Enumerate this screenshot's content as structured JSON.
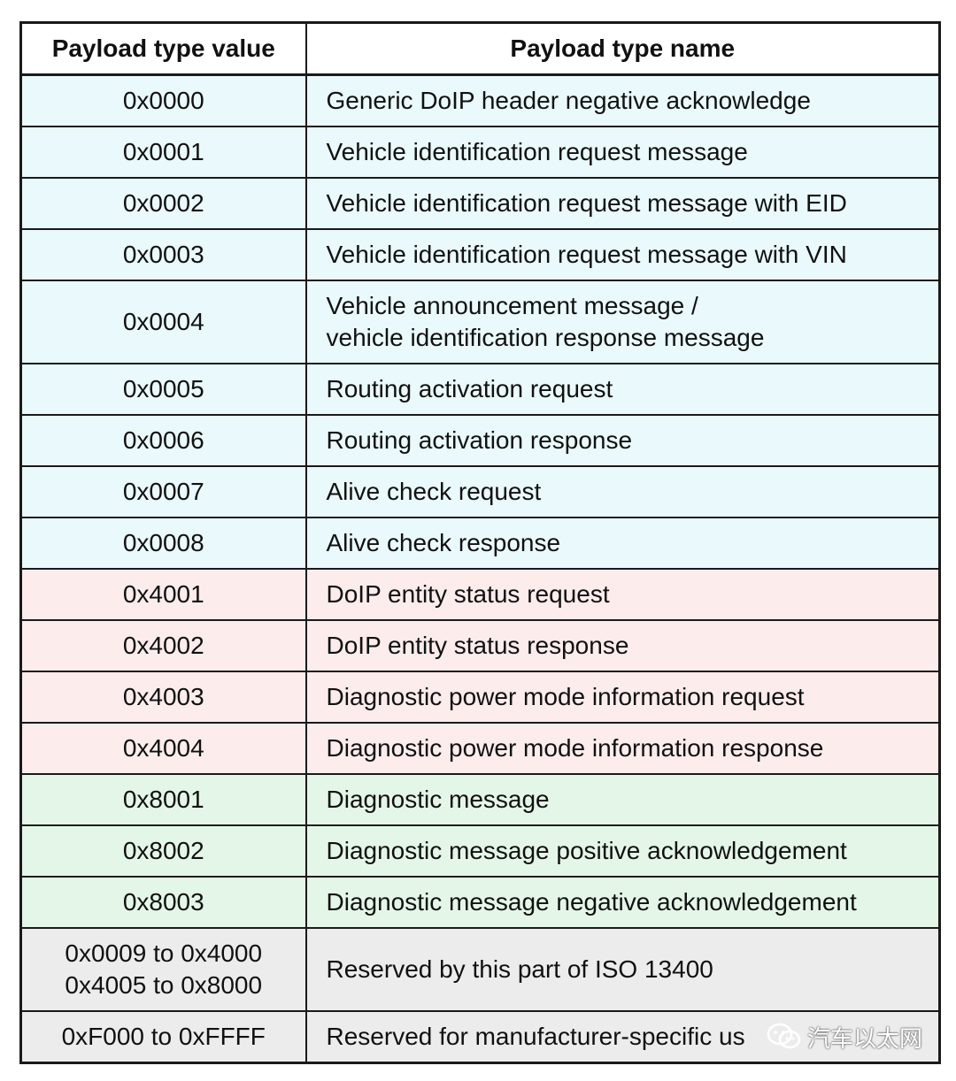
{
  "table": {
    "headers": {
      "value": "Payload type value",
      "name": "Payload type name"
    },
    "rows": [
      {
        "group": "blue",
        "value": [
          "0x0000"
        ],
        "name": [
          "Generic DoIP header negative acknowledge"
        ]
      },
      {
        "group": "blue",
        "value": [
          "0x0001"
        ],
        "name": [
          "Vehicle identification request message"
        ]
      },
      {
        "group": "blue",
        "value": [
          "0x0002"
        ],
        "name": [
          "Vehicle identification request message with EID"
        ]
      },
      {
        "group": "blue",
        "value": [
          "0x0003"
        ],
        "name": [
          "Vehicle identification request message with VIN"
        ]
      },
      {
        "group": "blue",
        "value": [
          "0x0004"
        ],
        "name": [
          "Vehicle announcement message /",
          "vehicle identification response message"
        ]
      },
      {
        "group": "blue",
        "value": [
          "0x0005"
        ],
        "name": [
          "Routing activation request"
        ]
      },
      {
        "group": "blue",
        "value": [
          "0x0006"
        ],
        "name": [
          "Routing activation response"
        ]
      },
      {
        "group": "blue",
        "value": [
          "0x0007"
        ],
        "name": [
          "Alive check request"
        ]
      },
      {
        "group": "blue",
        "value": [
          "0x0008"
        ],
        "name": [
          "Alive check response"
        ]
      },
      {
        "group": "pink",
        "value": [
          "0x4001"
        ],
        "name": [
          "DoIP entity status request"
        ]
      },
      {
        "group": "pink",
        "value": [
          "0x4002"
        ],
        "name": [
          "DoIP entity status response"
        ]
      },
      {
        "group": "pink",
        "value": [
          "0x4003"
        ],
        "name": [
          "Diagnostic power mode information request"
        ]
      },
      {
        "group": "pink",
        "value": [
          "0x4004"
        ],
        "name": [
          "Diagnostic power mode information response"
        ]
      },
      {
        "group": "green",
        "value": [
          "0x8001"
        ],
        "name": [
          "Diagnostic message"
        ]
      },
      {
        "group": "green",
        "value": [
          "0x8002"
        ],
        "name": [
          "Diagnostic message positive acknowledgement"
        ]
      },
      {
        "group": "green",
        "value": [
          "0x8003"
        ],
        "name": [
          "Diagnostic message negative acknowledgement"
        ]
      },
      {
        "group": "gray",
        "value": [
          "0x0009 to 0x4000",
          "0x4005 to 0x8000"
        ],
        "name": [
          "Reserved by this part of ISO 13400"
        ]
      },
      {
        "group": "gray",
        "value": [
          "0xF000 to 0xFFFF"
        ],
        "name": [
          "Reserved for manufacturer-specific us"
        ]
      }
    ]
  },
  "colors": {
    "blue": "#eaf9fb",
    "pink": "#fcecec",
    "green": "#e4f6e8",
    "gray": "#ececec"
  },
  "watermark": {
    "icon": "wechat-icon",
    "text": "汽车以太网"
  }
}
